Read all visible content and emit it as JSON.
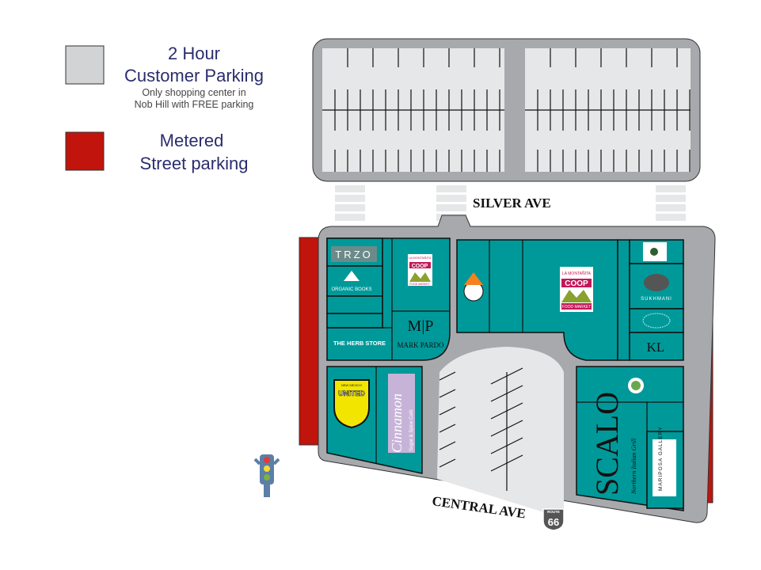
{
  "legend": {
    "customer_parking": {
      "line1": "2 Hour",
      "line2": "Customer Parking",
      "note1": "Only shopping center in",
      "note2": "Nob Hill with FREE parking",
      "color": "#d1d3d4"
    },
    "metered": {
      "line1": "Metered",
      "line2": "Street parking",
      "color": "#c0140c"
    }
  },
  "streets": {
    "north": "SILVER AVE",
    "south": "CENTRAL AVE"
  },
  "route_shield": {
    "top": "ROUTE",
    "number": "66"
  },
  "colors": {
    "shop": "#00999a",
    "lot": "#a7a9ac",
    "space": "#e6e7e8",
    "metered": "#c0140c"
  },
  "shops": {
    "trzo": "TRZO",
    "organic_books": "ORGANIC BOOKS",
    "herb_store": "THE HERB STORE",
    "coop_small": {
      "top": "LA MONTAÑITA",
      "name": "COOP",
      "bottom": "FOOD MARKET"
    },
    "coop_main": {
      "top": "LA MONTAÑITA",
      "name": "COOP",
      "bottom": "FOOD MARKET"
    },
    "mark_pardo": {
      "mono": "M|P",
      "name": "MARK PARDO"
    },
    "nm_united": {
      "top": "NEW MEXICO",
      "name": "UNITED"
    },
    "cinnamon": {
      "name": "Cinnamon",
      "sub": "Sugar & Spice Café"
    },
    "scalo": {
      "name": "SCALO",
      "sub": "Northern Italian Grill"
    },
    "mariposa": "MARIPOSA GALLERY",
    "sukhmani": "SUKHMANI",
    "kl": "KL"
  }
}
